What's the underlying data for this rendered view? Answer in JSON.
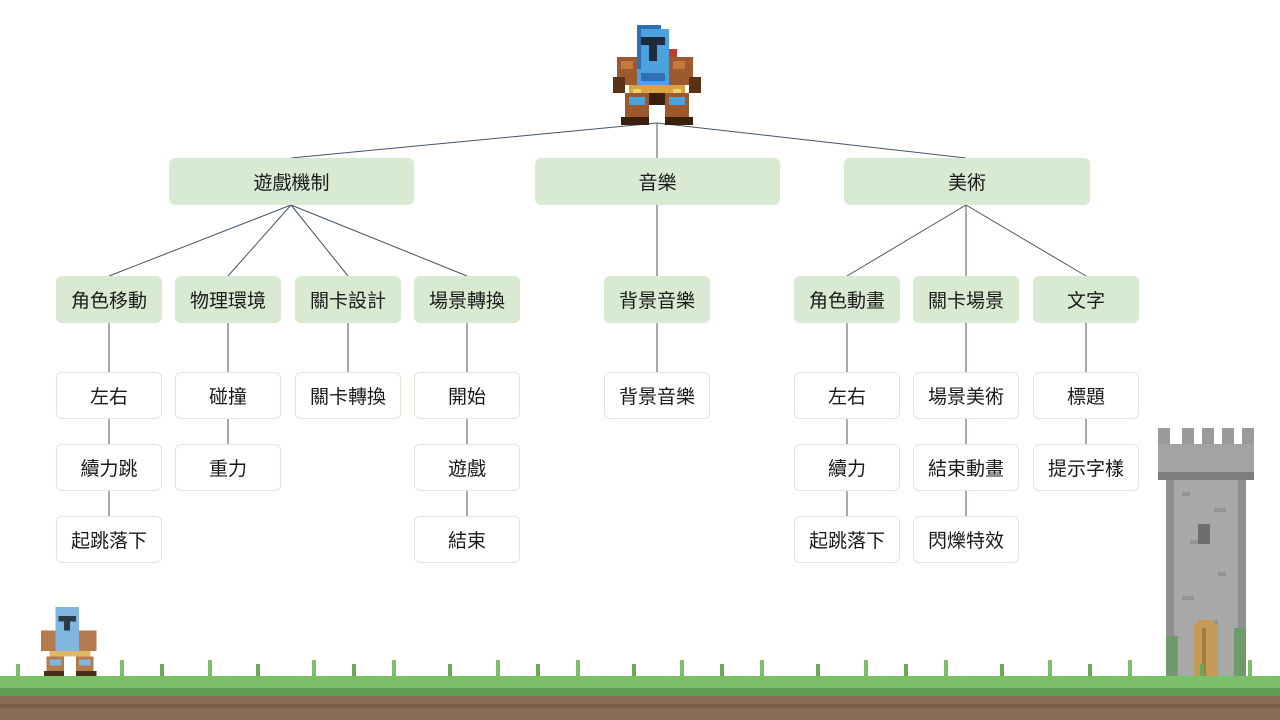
{
  "diagram": {
    "root": {
      "icon": "knight-icon",
      "children": [
        {
          "label": "遊戲機制",
          "children": [
            {
              "label": "角色移動",
              "leaves": [
                "左右",
                "續力跳",
                "起跳落下"
              ]
            },
            {
              "label": "物理環境",
              "leaves": [
                "碰撞",
                "重力"
              ]
            },
            {
              "label": "關卡設計",
              "leaves": [
                "關卡轉換"
              ]
            },
            {
              "label": "場景轉換",
              "leaves": [
                "開始",
                "遊戲",
                "結束"
              ]
            }
          ]
        },
        {
          "label": "音樂",
          "children": [
            {
              "label": "背景音樂",
              "leaves": [
                "背景音樂"
              ]
            }
          ]
        },
        {
          "label": "美術",
          "children": [
            {
              "label": "角色動畫",
              "leaves": [
                "左右",
                "續力",
                "起跳落下"
              ]
            },
            {
              "label": "關卡場景",
              "leaves": [
                "場景美術",
                "結束動畫",
                "閃爍特效"
              ]
            },
            {
              "label": "文字",
              "leaves": [
                "標題",
                "提示字樣"
              ]
            }
          ]
        }
      ]
    }
  },
  "decorations": {
    "knight_small": "knight-icon",
    "tower": "castle-tower-icon",
    "ground": "grass-ground-icon"
  },
  "colors": {
    "node_fill": "#d9ead3",
    "connector": "#44546a",
    "grass": "#7cbf6b",
    "dirt": "#8a6b55"
  }
}
